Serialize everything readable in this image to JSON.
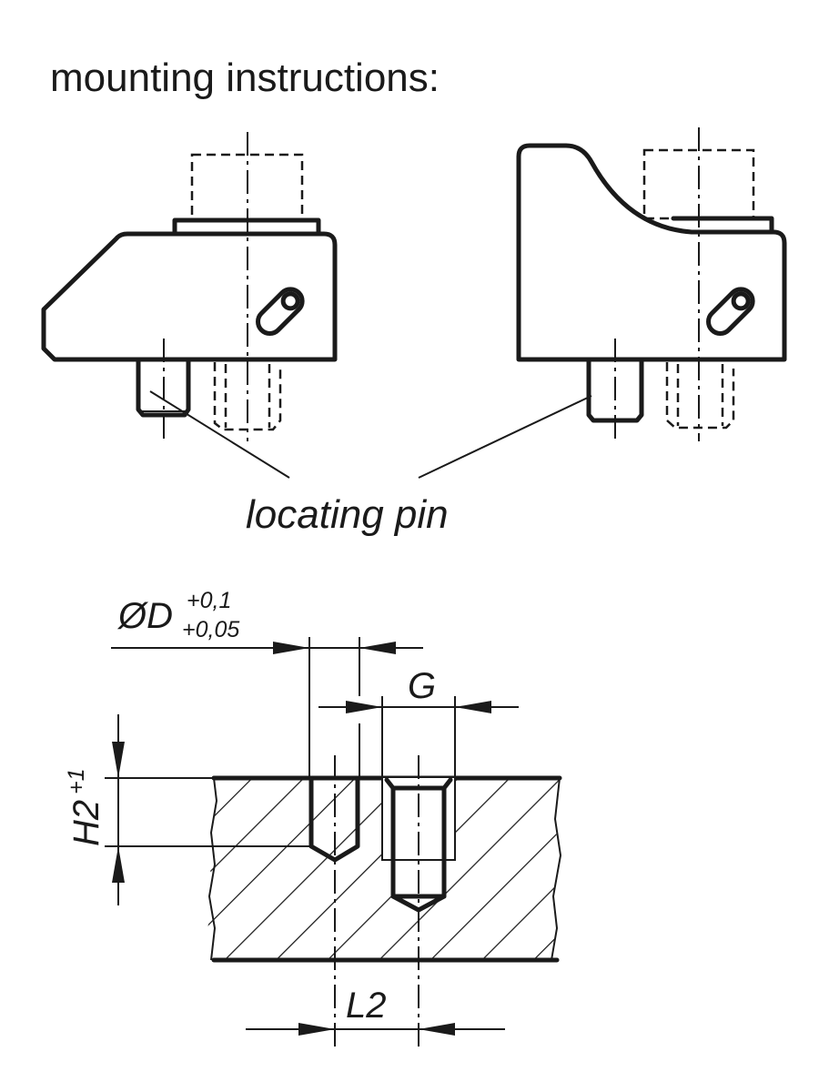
{
  "title": "mounting instructions:",
  "callout": "locating pin",
  "dimensions": {
    "diameter": "ØD",
    "diameter_upper_tol": "+0,1",
    "diameter_lower_tol": "+0,05",
    "thread": "G",
    "depth": "H2",
    "depth_tol": "+1",
    "spacing": "L2"
  },
  "colors": {
    "ink": "#1a1a1a",
    "background": "#ffffff"
  }
}
